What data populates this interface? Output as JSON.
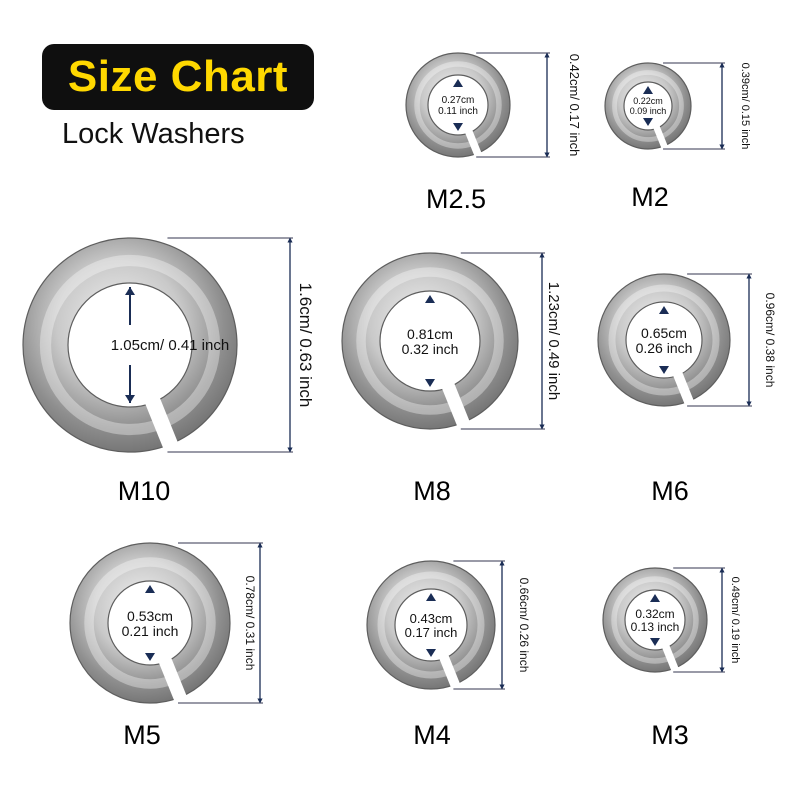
{
  "header": {
    "title": "Size Chart",
    "subtitle": "Lock Washers"
  },
  "colors": {
    "badge_background": "#0f0f0f",
    "title_text": "#ffd800",
    "arrow": "#1a2d55",
    "guide_line": "#33344f"
  },
  "washers": [
    {
      "size": "M2.5",
      "inner_cm": "0.27cm",
      "inner_inch": "0.11 inch",
      "outer_label": "0.42cm/ 0.17 inch"
    },
    {
      "size": "M2",
      "inner_cm": "0.22cm",
      "inner_inch": "0.09 inch",
      "outer_label": "0.39cm/ 0.15 inch"
    },
    {
      "size": "M10",
      "inner_label": "1.05cm/ 0.41 inch",
      "outer_label": "1.6cm/ 0.63 inch"
    },
    {
      "size": "M8",
      "inner_cm": "0.81cm",
      "inner_inch": "0.32 inch",
      "outer_label": "1.23cm/ 0.49 inch"
    },
    {
      "size": "M6",
      "inner_cm": "0.65cm",
      "inner_inch": "0.26 inch",
      "outer_label": "0.96cm/ 0.38 inch"
    },
    {
      "size": "M5",
      "inner_cm": "0.53cm",
      "inner_inch": "0.21 inch",
      "outer_label": "0.78cm/ 0.31 inch"
    },
    {
      "size": "M4",
      "inner_cm": "0.43cm",
      "inner_inch": "0.17 inch",
      "outer_label": "0.66cm/ 0.26 inch"
    },
    {
      "size": "M3",
      "inner_cm": "0.32cm",
      "inner_inch": "0.13 inch",
      "outer_label": "0.49cm/ 0.19 inch"
    }
  ]
}
